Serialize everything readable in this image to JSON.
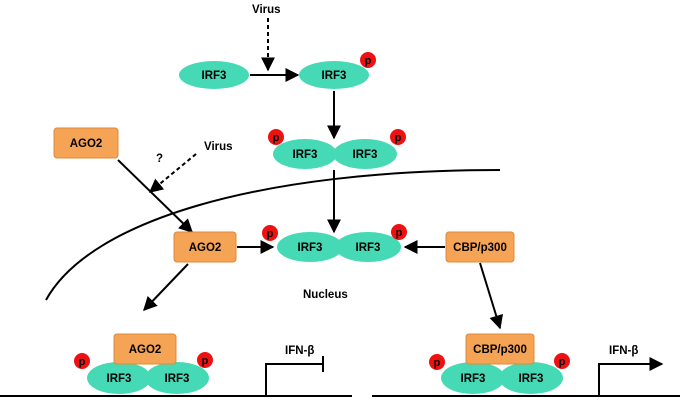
{
  "colors": {
    "irf3": "#45d9b5",
    "ago2": "#f5a355",
    "phospho": "#ee1111",
    "line": "#000000"
  },
  "labels": {
    "virus_top": "Virus",
    "virus_mid": "Virus",
    "question": "?",
    "nucleus": "Nucleus",
    "ifn_left": "IFN-β",
    "ifn_right": "IFN-β"
  },
  "nodes": {
    "irf3": "IRF3",
    "ago2": "AGO2",
    "cbp": "CBP/p300",
    "phospho": "p"
  }
}
